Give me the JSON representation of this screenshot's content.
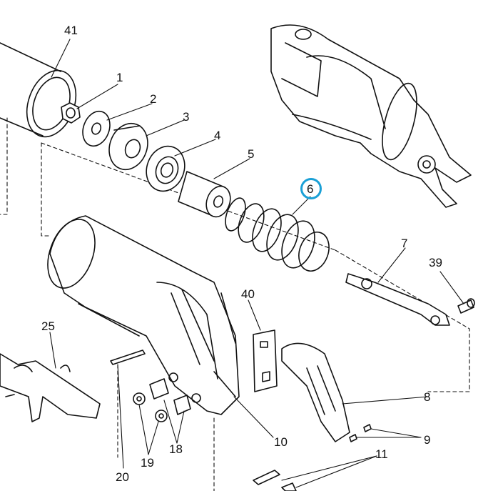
{
  "diagram": {
    "labels": {
      "p41": "41",
      "p1": "1",
      "p2": "2",
      "p3": "3",
      "p4": "4",
      "p5": "5",
      "p6": "6",
      "p7": "7",
      "p39": "39",
      "p40": "40",
      "p25": "25",
      "p8": "8",
      "p9": "9",
      "p10": "10",
      "p11": "11",
      "p18": "18",
      "p19": "19",
      "p20": "20"
    },
    "highlight": {
      "label": "6",
      "color": "#1aa0d6"
    },
    "icons": [
      "pruning-shear-assembly",
      "spring",
      "washer",
      "nut",
      "bushing",
      "screw",
      "pin"
    ]
  }
}
